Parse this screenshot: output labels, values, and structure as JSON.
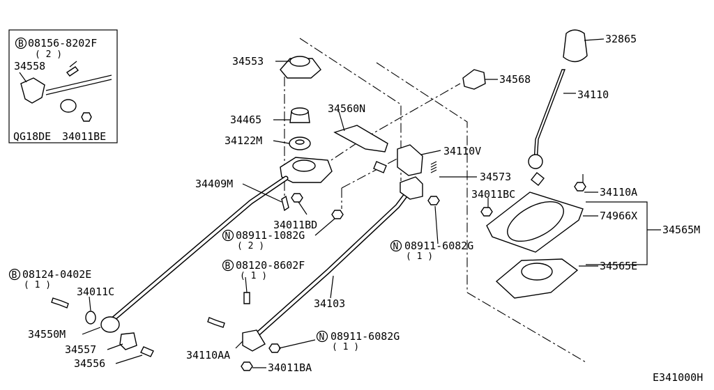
{
  "diagram_id": "E341000H",
  "inset": {
    "bolt_circle": "B",
    "bolt_part": "08156-8202F",
    "bolt_qty": "( 2 )",
    "bracket_part": "34558",
    "engine": "QG18DE",
    "bushing_part": "34011BE"
  },
  "labels": {
    "knob": "32865",
    "lever": "34110",
    "boot_cap": "34553",
    "seat": "34465",
    "bushing_upper": "34122M",
    "bracket_n": "34560N",
    "bush_34568": "34568",
    "holder_v": "34110V",
    "spring": "34573",
    "bracket_m": "34409M",
    "nut_bd": "34011BD",
    "nut_bc": "34011BC",
    "bolt_a": "34110A",
    "seal_x": "74966X",
    "cover_assy": "34565M",
    "boot_e": "34565E",
    "control_rod": "34103",
    "rod_m": "34550M",
    "socket": "34557",
    "pin": "34556",
    "washer_c": "34011C",
    "bolt_aa": "34110AA",
    "nut_ba": "34011BA"
  },
  "callouts": {
    "n1": {
      "circle": "N",
      "part": "08911-1082G",
      "qty": "( 2 )"
    },
    "n2": {
      "circle": "N",
      "part": "08911-6082G",
      "qty": "( 1 )"
    },
    "n3": {
      "circle": "N",
      "part": "08911-6082G",
      "qty": "( 1 )"
    },
    "b1": {
      "circle": "B",
      "part": "08124-0402E",
      "qty": "( 1 )"
    },
    "b2": {
      "circle": "B",
      "part": "08120-8602F",
      "qty": "( 1 )"
    }
  }
}
